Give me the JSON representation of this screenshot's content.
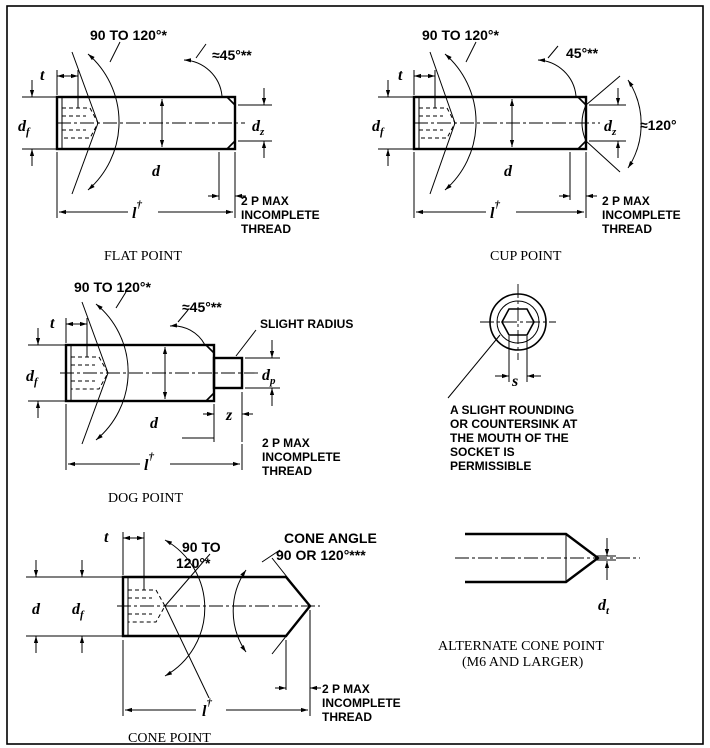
{
  "captions": {
    "flat": "FLAT POINT",
    "cup": "CUP POINT",
    "dog": "DOG POINT",
    "cone": "CONE POINT",
    "alt_line1": "ALTERNATE CONE POINT",
    "alt_line2": "(M6 AND LARGER)"
  },
  "labels": {
    "socket_angle": "90 TO 120°*",
    "socket_angle_a": "90 TO",
    "socket_angle_b": "120°*",
    "approx45": "≈45°**",
    "deg45": "45°**",
    "approx120": "≈120°",
    "slight_radius": "SLIGHT RADIUS",
    "cone_angle_1": "CONE ANGLE",
    "cone_angle_2": "90 OR 120°***",
    "incomplete_1": "2 P MAX",
    "incomplete_2": "INCOMPLETE",
    "incomplete_3": "THREAD",
    "note_1": "A SLIGHT ROUNDING",
    "note_2": "OR COUNTERSINK AT",
    "note_3": "THE MOUTH OF THE",
    "note_4": "SOCKET IS",
    "note_5": "PERMISSIBLE"
  },
  "symbols": {
    "t": "t",
    "d": "d",
    "l": "l",
    "dagger": "†",
    "s": "s",
    "z": "z",
    "sub_f": "f",
    "sub_z": "z",
    "sub_p": "p",
    "sub_t": "t"
  }
}
